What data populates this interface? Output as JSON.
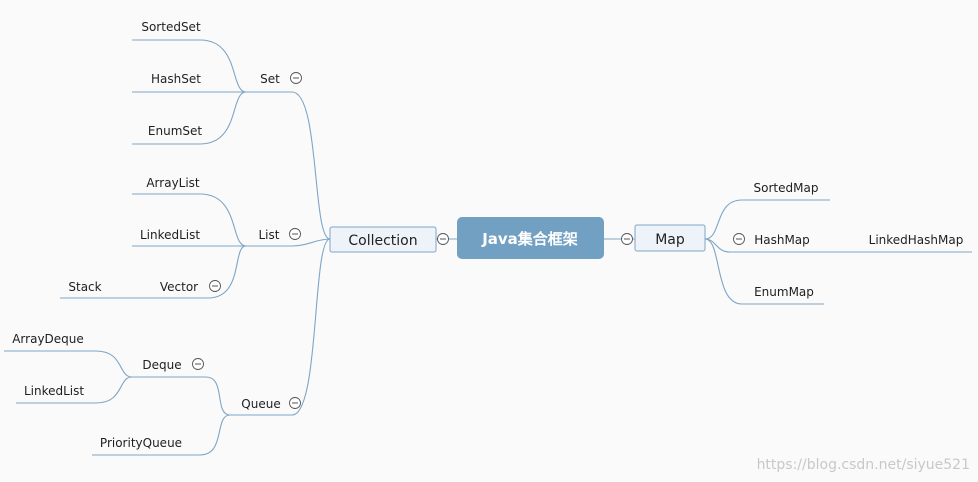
{
  "root": {
    "label": "Java集合框架"
  },
  "collection": {
    "label": "Collection",
    "set": {
      "label": "Set",
      "children": [
        "SortedSet",
        "HashSet",
        "EnumSet"
      ]
    },
    "list": {
      "label": "List",
      "children": [
        "ArrayList",
        "LinkedList"
      ]
    },
    "vector": {
      "label": "Vector",
      "children": [
        "Stack"
      ]
    },
    "queue": {
      "label": "Queue",
      "deque": {
        "label": "Deque",
        "children": [
          "ArrayDeque",
          "LinkedList"
        ]
      },
      "priority": "PriorityQueue"
    }
  },
  "map": {
    "label": "Map",
    "children": [
      "SortedMap",
      "HashMap",
      "EnumMap"
    ],
    "hashmap_child": "LinkedHashMap"
  },
  "colors": {
    "line": "#7ea6c6",
    "root_fill": "#72a0c3",
    "box_fill": "#eef3f9"
  },
  "icons": {
    "collapse": "minus-circle-icon"
  },
  "watermark": "https://blog.csdn.net/siyue521"
}
